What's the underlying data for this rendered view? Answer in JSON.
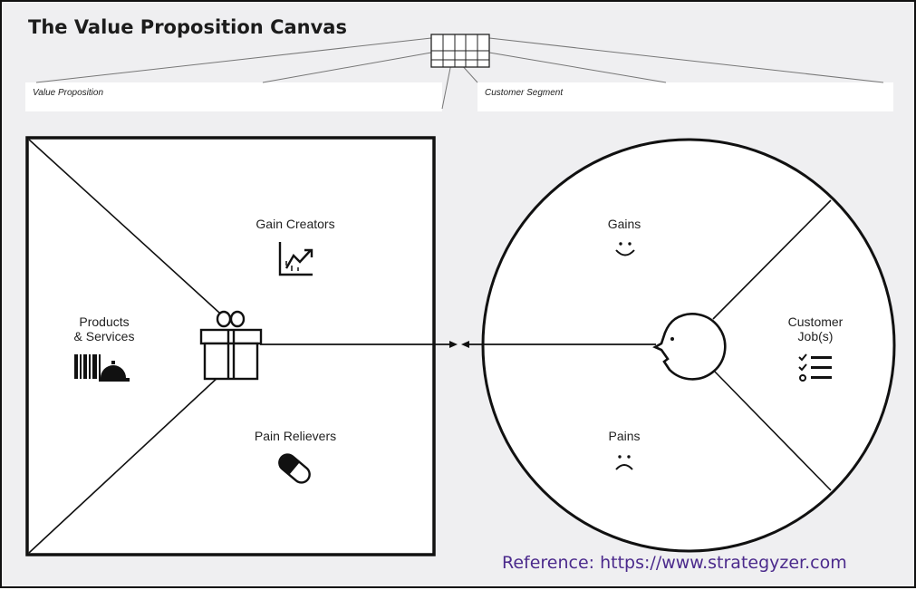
{
  "title": "The Value Proposition Canvas",
  "header_fields": {
    "value_proposition": "Value Proposition",
    "customer_segment": "Customer Segment"
  },
  "value_map": {
    "gain_creators": "Gain Creators",
    "products_services_line1": "Products",
    "products_services_line2": "& Services",
    "pain_relievers": "Pain Relievers"
  },
  "customer_profile": {
    "gains": "Gains",
    "customer_jobs_line1": "Customer",
    "customer_jobs_line2": "Job(s)",
    "pains": "Pains"
  },
  "icons": {
    "gain_creators": "rising-chart-icon",
    "products_services": "barcode-and-service-bell-icon",
    "pain_relievers": "pill-icon",
    "value_proposition_center": "gift-box-icon",
    "gains": "smile-face-icon",
    "pains": "frown-face-icon",
    "customer": "customer-face-icon",
    "customer_jobs": "checklist-icon"
  },
  "colors": {
    "background": "#efeff1",
    "ink": "#111111",
    "reference_text": "#4b2a8c"
  },
  "reference": "Reference:  https://www.strategyzer.com"
}
